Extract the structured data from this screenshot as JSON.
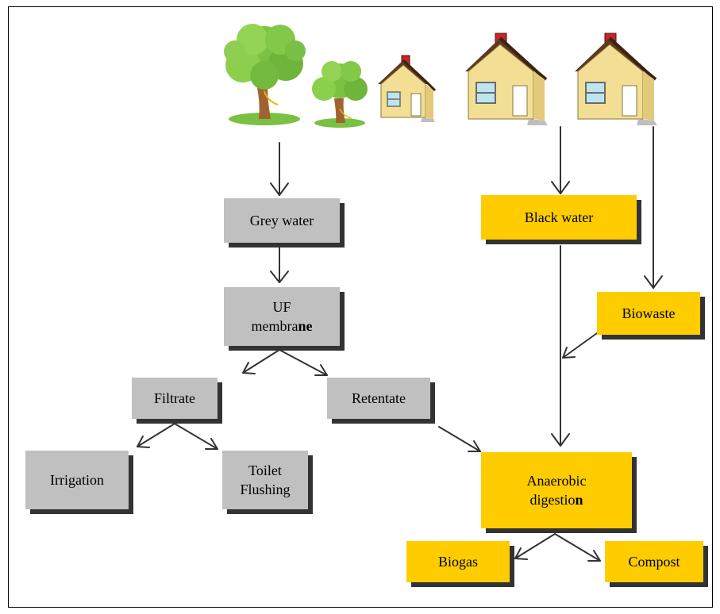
{
  "colors": {
    "grey_box": "#c0c0c0",
    "yellow_box": "#ffcc00",
    "shadow": "#333333",
    "arrow": "#333333"
  },
  "icons": {
    "tree_large": "tree-icon",
    "tree_small": "tree-icon",
    "houses": [
      "house-icon",
      "house-icon",
      "house-icon"
    ]
  },
  "nodes": {
    "grey_water": "Grey water",
    "uf_membrane_line1": "UF",
    "uf_membrane_line2_normal": "membra",
    "uf_membrane_line2_bold": "ne",
    "filtrate": "Filtrate",
    "retentate": "Retentate",
    "irrigation": "Irrigation",
    "toilet_line1": "Toilet",
    "toilet_line2": "Flushing",
    "black_water": "Black water",
    "biowaste": "Biowaste",
    "anaerobic_line1": "Anaerobic",
    "anaerobic_line2_normal": "digestio",
    "anaerobic_line2_bold": "n",
    "biogas": "Biogas",
    "compost": "Compost"
  },
  "edges": [
    [
      "trees",
      "grey_water"
    ],
    [
      "grey_water",
      "uf_membrane"
    ],
    [
      "uf_membrane",
      "filtrate"
    ],
    [
      "uf_membrane",
      "retentate"
    ],
    [
      "filtrate",
      "irrigation"
    ],
    [
      "filtrate",
      "toilet_flushing"
    ],
    [
      "retentate",
      "anaerobic_digestion"
    ],
    [
      "house_middle",
      "black_water"
    ],
    [
      "house_right",
      "biowaste"
    ],
    [
      "black_water",
      "anaerobic_digestion"
    ],
    [
      "biowaste",
      "anaerobic_digestion"
    ],
    [
      "anaerobic_digestion",
      "biogas"
    ],
    [
      "anaerobic_digestion",
      "compost"
    ]
  ]
}
